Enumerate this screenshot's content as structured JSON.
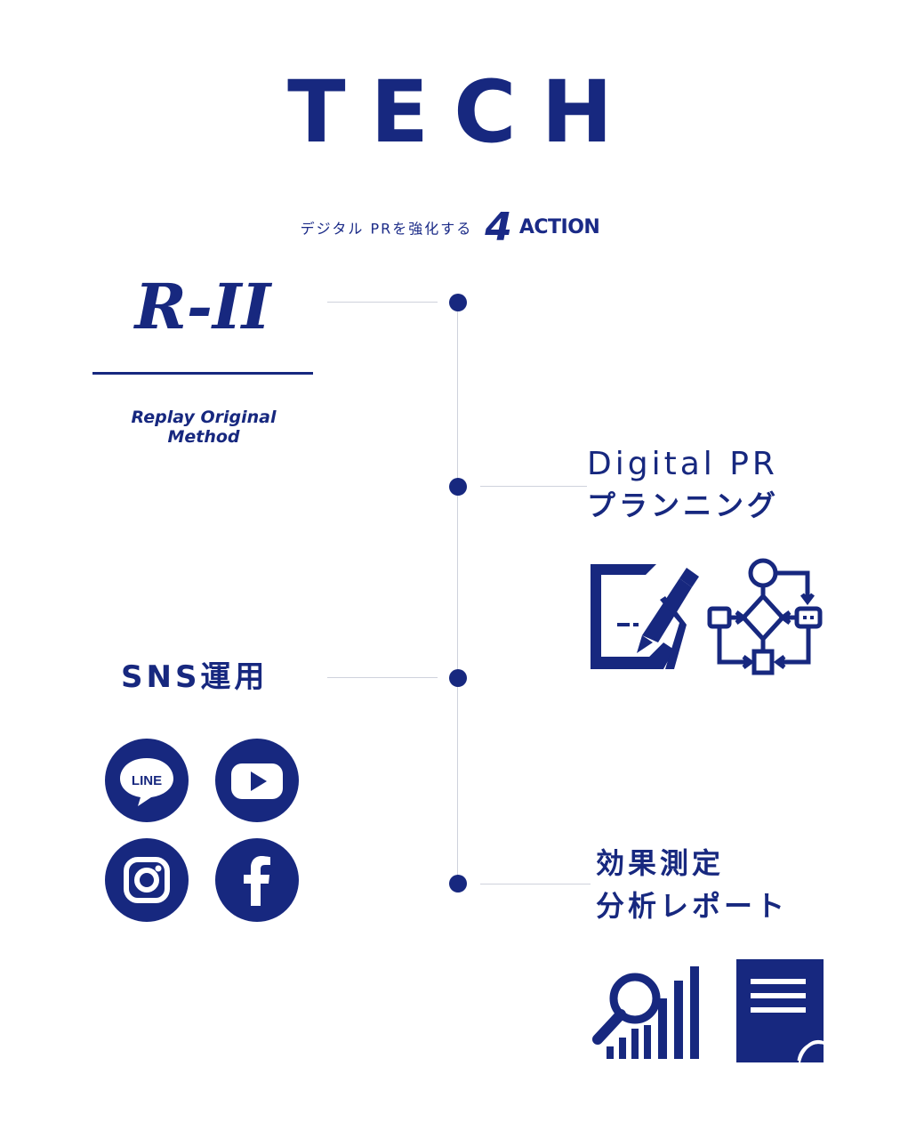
{
  "header": {
    "title": "TECH",
    "subtitle_jp": "デジタル PRを強化する",
    "subtitle_number": "4",
    "subtitle_action": "ACTION"
  },
  "method": {
    "logo_text": "R-II",
    "caption": "Replay Original Method"
  },
  "actions": {
    "digital_pr": {
      "line1": "Digital PR",
      "line2": "プランニング",
      "icons": [
        "document-pen-icon",
        "flowchart-icon"
      ]
    },
    "sns": {
      "label": "SNS運用",
      "icons": [
        "line-icon",
        "youtube-icon",
        "instagram-icon",
        "facebook-icon"
      ],
      "line_icon_text": "LINE"
    },
    "analytics": {
      "line1": "効果測定",
      "line2": "分析レポート",
      "icons": [
        "analytics-search-icon",
        "report-document-icon"
      ]
    }
  },
  "colors": {
    "brand_navy": "#17287f",
    "timeline_gray": "#cfd2dc"
  }
}
